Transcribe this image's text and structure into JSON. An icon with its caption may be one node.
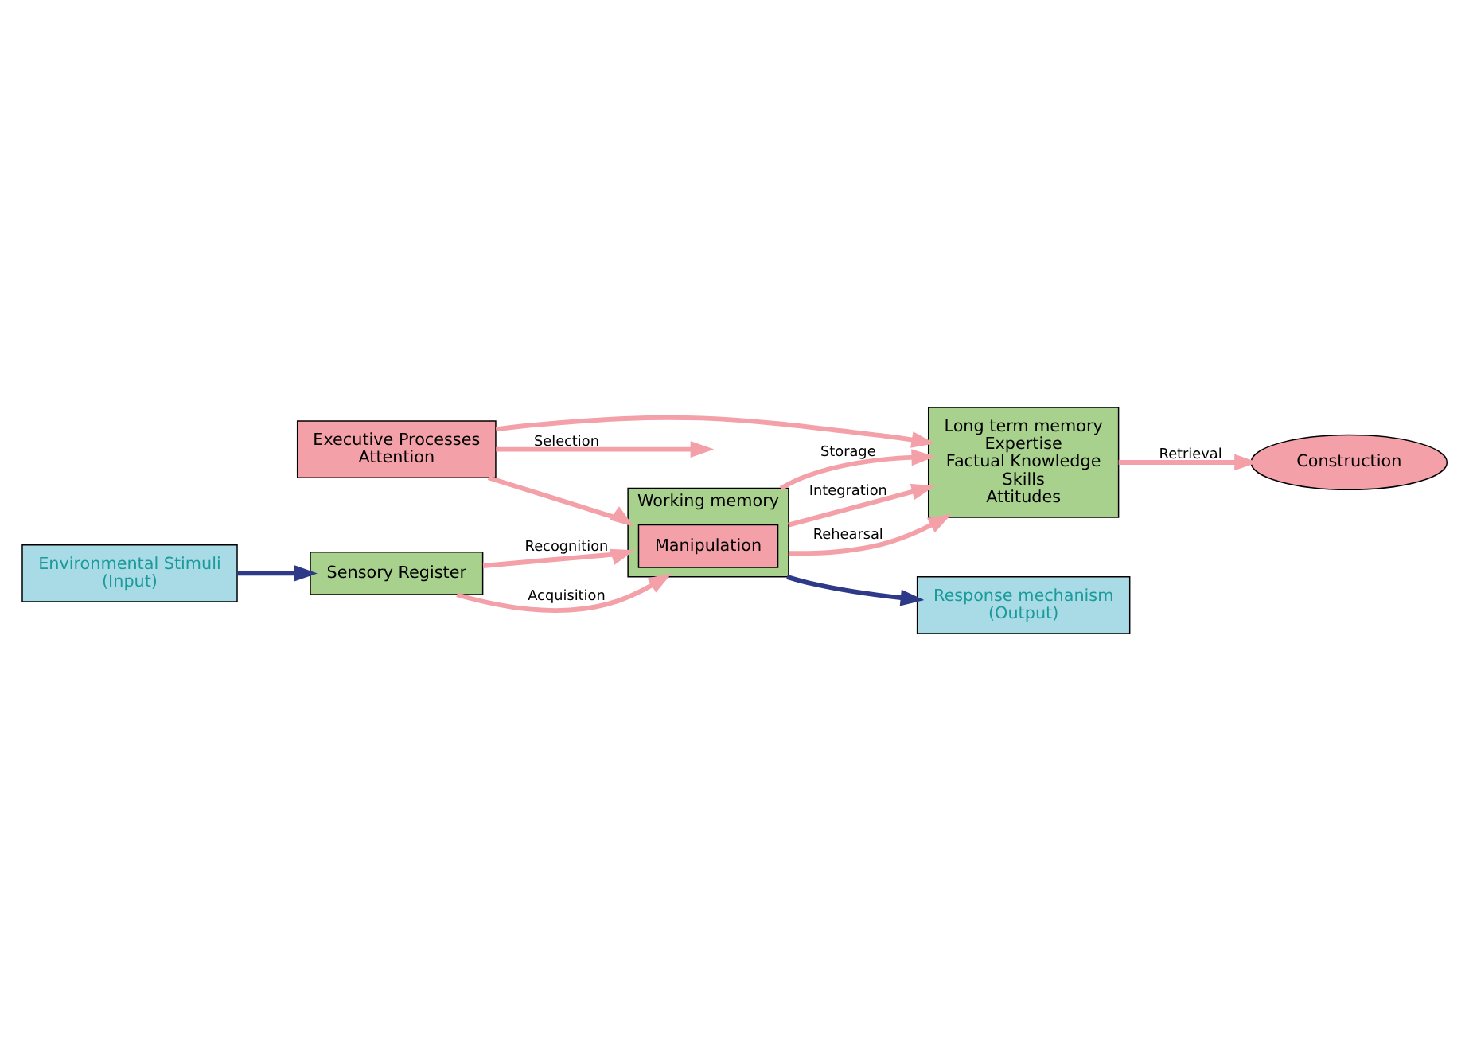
{
  "diagram": {
    "nodes": [
      {
        "text": [
          "Executive Processes",
          "Attention"
        ]
      },
      {
        "text": [
          "Environmental Stimuli",
          "(Input)"
        ]
      },
      {
        "text": [
          "Sensory Register"
        ]
      },
      {
        "text": [
          "Working memory"
        ]
      },
      {
        "text": [
          "Manipulation"
        ],
        "in": 3
      },
      {
        "text": [
          "Construction"
        ]
      },
      {
        "text": [
          "Long term memory",
          "Expertise",
          "Factual Knowledge",
          "Skills",
          "Attitudes"
        ]
      },
      {
        "text": [
          "Response mechanism",
          "(Output)"
        ]
      }
    ],
    "edges": [
      {
        "from": 1,
        "to": 2,
        "arrow": "to",
        "color": "#2e3a87"
      },
      {
        "from": 0,
        "to": null,
        "label": "Selection",
        "arrow": "to"
      },
      {
        "from": 0,
        "to": 3,
        "arrow": "to"
      },
      {
        "from": 0,
        "to": 6,
        "arrow": "to"
      },
      {
        "from": 2,
        "to": 3,
        "label": "Acquisition",
        "arrow": "to"
      },
      {
        "from": 2,
        "to": 3,
        "label": "Recognition",
        "arrow": "to"
      },
      {
        "from": 3,
        "to": 6,
        "label": "Storage",
        "arrow": "to"
      },
      {
        "from": 3,
        "to": 6,
        "label": "Integration",
        "arrow": "to"
      },
      {
        "from": 3,
        "to": 6,
        "label": "Rehearsal",
        "arrow": "to"
      },
      {
        "from": 6,
        "to": 5,
        "label": "Retrieval",
        "arrow": "to"
      },
      {
        "from": 3,
        "to": 7,
        "arrow": "to",
        "color": "#2e3a87"
      }
    ]
  }
}
